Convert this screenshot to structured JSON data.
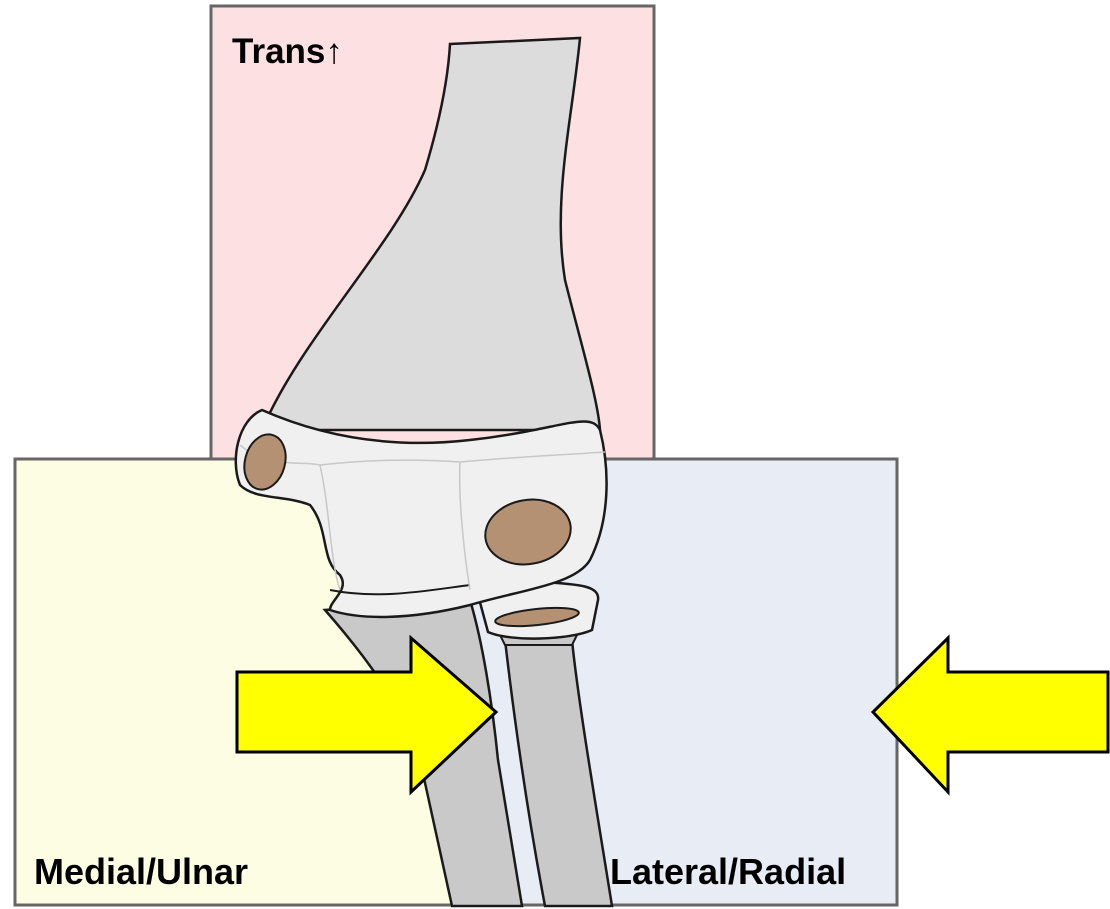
{
  "labels": {
    "trans": "Trans↑",
    "medial": "Medial/Ulnar",
    "lateral": "Lateral/Radial"
  },
  "colors": {
    "trans_zone": "#fde0e2",
    "medial_zone": "#fdfde4",
    "lateral_zone": "#e7ecf5",
    "zone_border": "#666666",
    "bone_shaft": "#dcdcdc",
    "bone_forearm": "#c9c9c9",
    "cartilage": "#f0f0f0",
    "ossification_center": "#b59174",
    "arrow_fill": "#ffff00",
    "outline": "#1a1a1a"
  }
}
